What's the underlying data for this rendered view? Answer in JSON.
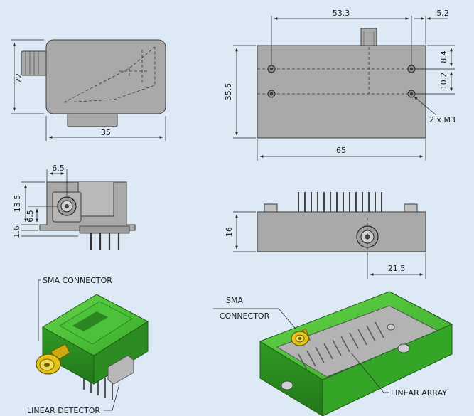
{
  "dimensions": {
    "d_53_3": "53.3",
    "d_5_2": "5,2",
    "d_22": "22",
    "d_35": "35",
    "d_35_5": "35.5",
    "d_8_4": "8.4",
    "d_10_2": "10.2",
    "d_2xm3": "2 x M3",
    "d_65": "65",
    "d_6_5_top": "6.5",
    "d_13_5": "13.5",
    "d_6_5_side": "6.5",
    "d_1_6": "1.6",
    "d_16": "16",
    "d_21_5": "21,5"
  },
  "labels": {
    "sma_connector_left": "SMA CONNECTOR",
    "linear_detector": "LINEAR DETECTOR",
    "sma_connector_right_1": "SMA",
    "sma_connector_right_2": "CONNECTOR",
    "linear_array": "LINEAR ARRAY"
  },
  "colors": {
    "background": "#dde9f5",
    "housing_gray": "#a9a9a9",
    "housing_green": "#3fbf2f",
    "connector_gold": "#e2c31a"
  }
}
